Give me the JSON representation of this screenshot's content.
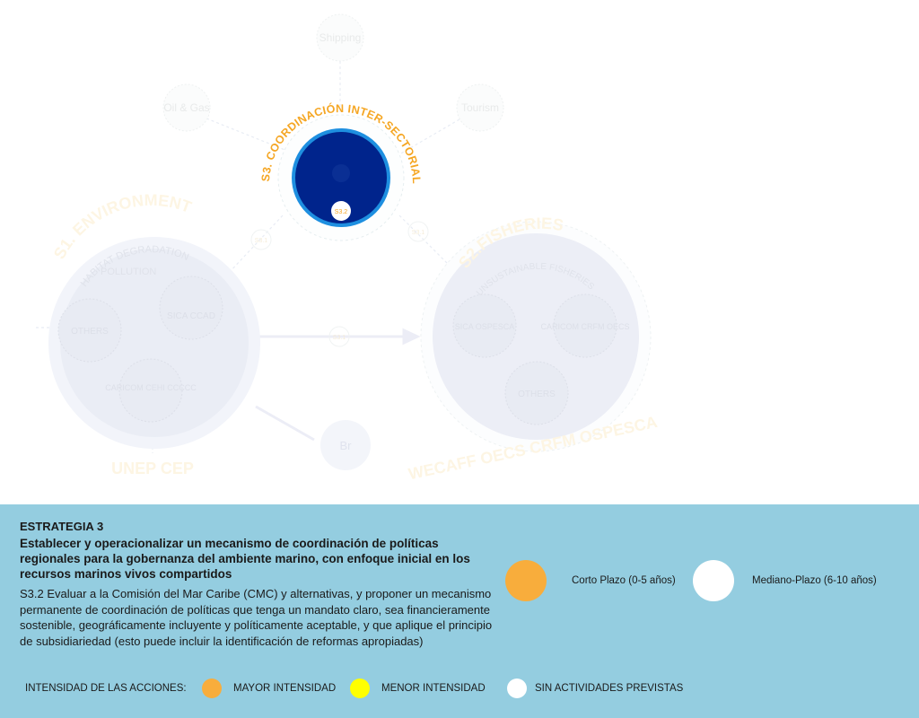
{
  "diagram": {
    "center_title": "S3. COORDINACIÓN INTER-SECTORIAL",
    "center_badge": "S3.2",
    "satellites": [
      "Shipping",
      "Oil & Gas",
      "Tourism",
      "Br"
    ],
    "env": {
      "title": "S1. ENVIRONMENT",
      "arc_1": "HABITAT DEGRADATION",
      "arc_2": "POLLUTION",
      "nodes": [
        "SICA CCAD",
        "OTHERS",
        "CARICOM CEHI CCCCC"
      ],
      "footer": "UNEP CEP"
    },
    "fish": {
      "title": "S2.FISHERIES",
      "arc_1": "UNSUSTAINABLE FISHERIES",
      "nodes": [
        "SICA OSPESCA",
        "CARICOM CRFM OECS",
        "OTHERS"
      ],
      "footer": "WECAFF OECS CRFM OSPESCA"
    },
    "link_labels": [
      "S3.1",
      "S3.1",
      "S3.1"
    ],
    "colors": {
      "center": "#00248c",
      "center_ring": "#1e8fe0",
      "accent": "#f5a623"
    }
  },
  "panel": {
    "heading": "ESTRATEGIA 3",
    "title": "Establecer y operacionalizar un mecanismo de coordinación de políticas regionales para la gobernanza del ambiente marino, con enfoque inicial en los recursos marinos vivos compartidos",
    "description": "S3.2 Evaluar a la Comisión del Mar Caribe (CMC) y alternativas, y proponer un mecanismo permanente de coordinación de políticas que tenga un mandato claro, sea financieramente sostenible, geográficamente incluyente y políticamente aceptable, y que aplique el principio de subsidiariedad (esto puede incluir la identificación de reformas apropiadas)",
    "timeframe_legend": [
      {
        "label": "Corto Plazo (0-5 años)",
        "color": "#f8ad3c"
      },
      {
        "label": "Mediano-Plazo (6-10 años)",
        "color": "#ffffff"
      }
    ],
    "intensity": {
      "label": "INTENSIDAD DE LAS ACCIONES:",
      "items": [
        {
          "label": "MAYOR INTENSIDAD",
          "color": "#f8ad3c"
        },
        {
          "label": "MENOR INTENSIDAD",
          "color": "#ffff00"
        },
        {
          "label": "SIN ACTIVIDADES PREVISTAS",
          "color": "#ffffff"
        }
      ]
    },
    "background": "#94cde0"
  }
}
